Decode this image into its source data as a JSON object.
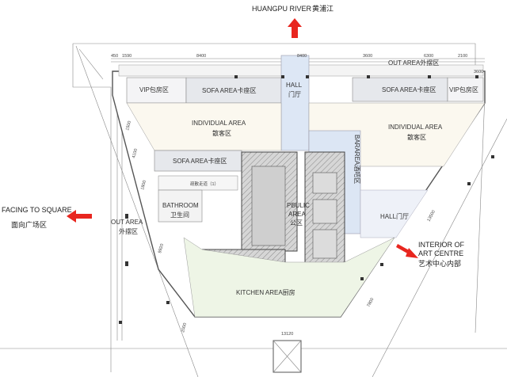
{
  "directions": {
    "river_en": "HUANGPU RIVER",
    "river_cn": "黄浦江",
    "square_en": "FACING TO SQUARE",
    "square_cn": "面向广场区",
    "art_en_1": "INTERIOR OF",
    "art_en_2": "ART CENTRE",
    "art_cn": "艺术中心内部"
  },
  "areas": {
    "out_area_top": "OUT AREA外摆区",
    "vip_left": "VIP包房区",
    "sofa_top_left": "SOFA AREA卡座区",
    "hall_top_en": "HALL",
    "hall_top_cn": "门厅",
    "sofa_top_right": "SOFA AREA卡座区",
    "vip_right": "VIP包房区",
    "individual_left_en": "INDIVIDUAL AREA",
    "individual_left_cn": "散客区",
    "individual_right_en": "INDIVIDUAL AREA",
    "individual_right_cn": "散客区",
    "sofa_mid_left": "SOFA AREA卡座区",
    "bar_area": "BARAREA酒吧区",
    "corridor": "疏散走道（1）",
    "bathroom_en": "BATHROOM",
    "bathroom_cn": "卫生间",
    "public_en_1": "PBULIC",
    "public_en_2": "AREA",
    "public_cn": "公区",
    "hall_right": "HALL门厅",
    "out_area_left_en": "OUT AREA",
    "out_area_left_cn": "外摆区",
    "kitchen": "KITCHEN AREA厨房"
  },
  "dimensions": {
    "top": [
      "450",
      "1590",
      "8400",
      "8400",
      "3600",
      "6300",
      "2100",
      "3600"
    ],
    "left_vertical": [
      "1500",
      "4100",
      "1800",
      "9920",
      "2000"
    ],
    "right_diag": [
      "13500",
      "7800"
    ],
    "bottom": "13120"
  },
  "colors": {
    "arrow": "#e8261f",
    "individual_fill": "#fbf8ef",
    "sofa_fill": "#e6e8ec",
    "hall_fill": "#dde7f5",
    "bar_fill": "#dce6f4",
    "public_fill": "#cfcfcf",
    "kitchen_fill": "#eef5e6",
    "hatch": "#9a9a9a"
  }
}
